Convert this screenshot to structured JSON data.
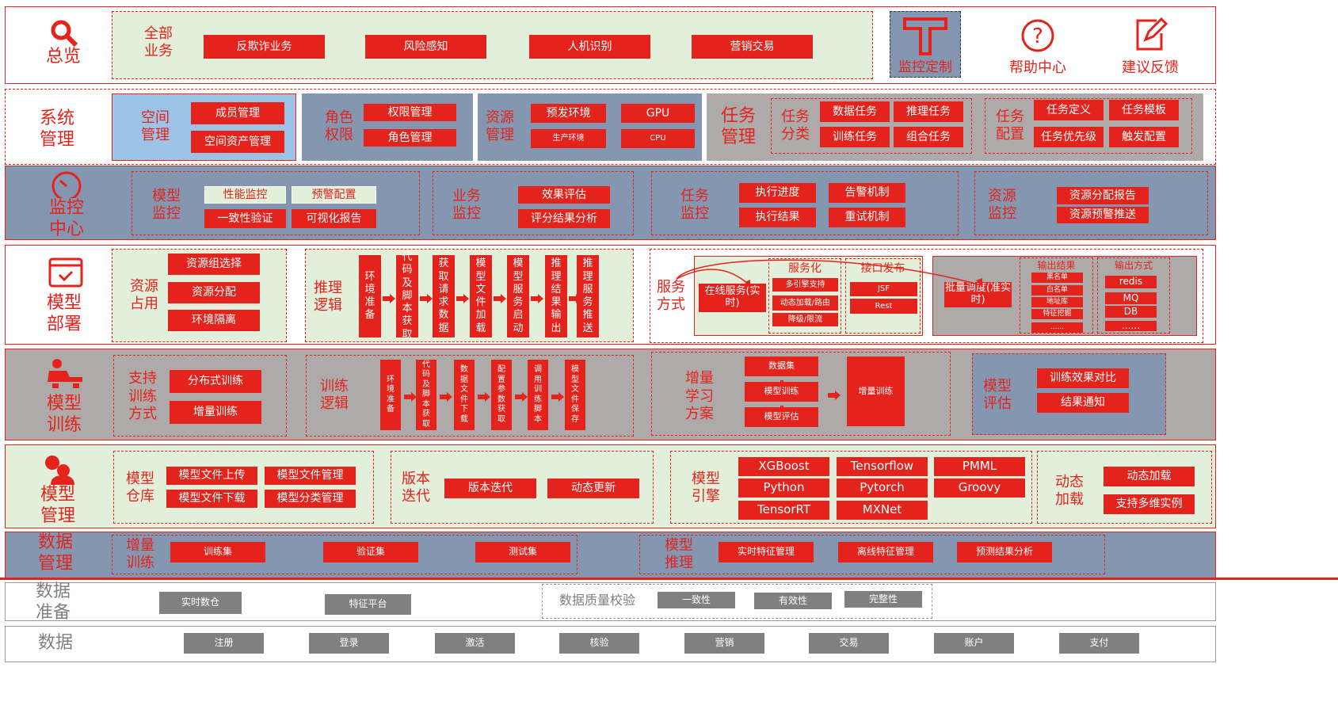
{
  "colors": {
    "accent": "#e3231c",
    "green": "#e2efda",
    "blue_gray": "#8496b0",
    "light_blue": "#9dc3e6",
    "gray": "#aeaaaa",
    "dark_gray": "#808080"
  },
  "overview": {
    "title": "总览",
    "all_label": "全部业务",
    "buttons": [
      "反欺诈业务",
      "风险感知",
      "人机识别",
      "营销交易"
    ],
    "monitor_custom": "监控定制",
    "help": "帮助中心",
    "feedback": "建议反馈"
  },
  "system": {
    "title": "系统管理",
    "space": {
      "label": "空间管理",
      "items": [
        "成员管理",
        "空间资产管理"
      ]
    },
    "role": {
      "label": "角色权限",
      "items": [
        "权限管理",
        "角色管理"
      ]
    },
    "resource": {
      "label": "资源管理",
      "items": [
        "预发环境",
        "GPU",
        "生产环境",
        "CPU"
      ]
    },
    "task": {
      "title": "任务管理",
      "category": {
        "label": "任务分类",
        "items": [
          "数据任务",
          "推理任务",
          "训练任务",
          "组合任务"
        ]
      },
      "config": {
        "label": "任务配置",
        "items": [
          "任务定义",
          "任务模板",
          "任务优先级",
          "触发配置"
        ]
      }
    }
  },
  "monitor": {
    "title": "监控中心",
    "model": {
      "label": "模型监控",
      "items": [
        "性能监控",
        "预警配置",
        "一致性验证",
        "可视化报告"
      ]
    },
    "business": {
      "label": "业务监控",
      "items": [
        "效果评估",
        "评分结果分析"
      ]
    },
    "task": {
      "label": "任务监控",
      "items": [
        "执行进度",
        "告警机制",
        "执行结果",
        "重试机制"
      ]
    },
    "resource": {
      "label": "资源监控",
      "items": [
        "资源分配报告",
        "资源预警推送"
      ]
    }
  },
  "deploy": {
    "title": "模型部署",
    "resource": {
      "label": "资源占用",
      "items": [
        "资源组选择",
        "资源分配",
        "环境隔离"
      ]
    },
    "inference": {
      "label": "推理逻辑",
      "steps": [
        "环境准备",
        "代码及脚本获取",
        "获取请求数据",
        "模型文件加载",
        "模型服务启动",
        "推理结果输出",
        "推理服务推送"
      ]
    },
    "serving": {
      "label": "服务方式",
      "online": "在线服务(实时)",
      "servicize": {
        "label": "服务化",
        "items": [
          "多引擎支持",
          "动态加载/路由",
          "降级/限流"
        ]
      },
      "api": {
        "label": "接口发布",
        "items": [
          "JSF",
          "Rest"
        ]
      },
      "batch": "批量调度(准实时)",
      "output_result": {
        "label": "输出结果",
        "items": [
          "黑名单",
          "白名单",
          "地址库",
          "特征挖掘",
          "......"
        ]
      },
      "output_method": {
        "label": "输出方式",
        "items": [
          "redis",
          "MQ",
          "DB",
          "......"
        ]
      }
    }
  },
  "training": {
    "title": "模型训练",
    "modes": {
      "label": "支持训练方式",
      "items": [
        "分布式训练",
        "增量训练"
      ]
    },
    "logic": {
      "label": "训练逻辑",
      "steps": [
        "环境准备",
        "代码及脚本获取",
        "数据文件下载",
        "配置参数获取",
        "调用训练脚本",
        "模型文件保存"
      ]
    },
    "incremental": {
      "label": "增量学习方案",
      "steps": [
        "数据集",
        "模型训练",
        "模型评估"
      ],
      "result": "增量训练"
    },
    "evaluation": {
      "label": "模型评估",
      "items": [
        "训练效果对比",
        "结果通知"
      ]
    }
  },
  "management": {
    "title": "模型管理",
    "repo": {
      "label": "模型仓库",
      "items": [
        "模型文件上传",
        "模型文件管理",
        "模型文件下载",
        "模型分类管理"
      ]
    },
    "version": {
      "label": "版本迭代",
      "items": [
        "版本迭代",
        "动态更新"
      ]
    },
    "engine": {
      "label": "模型引擎",
      "items": [
        "XGBoost",
        "Tensorflow",
        "PMML",
        "Python",
        "Pytorch",
        "Groovy",
        "TensorRT",
        "MXNet"
      ]
    },
    "dynamic": {
      "label": "动态加载",
      "items": [
        "动态加载",
        "支持多维实例"
      ]
    }
  },
  "data_mgmt": {
    "title": "数据管理",
    "incremental": {
      "label": "增量训练",
      "items": [
        "训练集",
        "验证集",
        "测试集"
      ]
    },
    "inference": {
      "label": "模型推理",
      "items": [
        "实时特征管理",
        "离线特征管理",
        "预测结果分析"
      ]
    }
  },
  "data_prep": {
    "title": "数据准备",
    "items": [
      "实时数仓",
      "特征平台"
    ],
    "quality": {
      "label": "数据质量校验",
      "items": [
        "一致性",
        "有效性",
        "完整性"
      ]
    }
  },
  "data": {
    "title": "数据",
    "items": [
      "注册",
      "登录",
      "激活",
      "核验",
      "营销",
      "交易",
      "账户",
      "支付"
    ]
  }
}
